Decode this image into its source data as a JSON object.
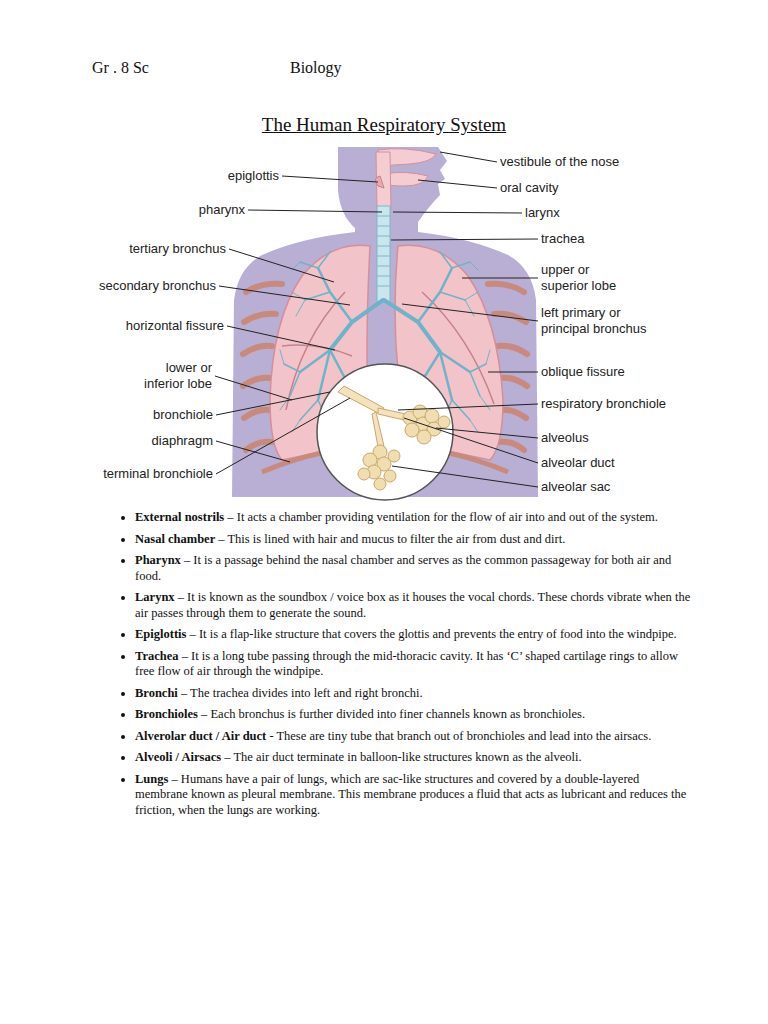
{
  "diagram": {
    "title": "The Human Respiratory System",
    "labels": [
      "Gr . 8 Sc",
      "Biology",
      "epiglottis",
      "pharynx",
      "tertiary bronchus",
      "secondary bronchus",
      "horizontal fissure",
      "lower or inferior lobe",
      "bronchiole",
      "diaphragm",
      "terminal bronchiole",
      "vestibule of the nose",
      "oral cavity",
      "larynx",
      "trachea",
      "upper or superior lobe",
      "left primary or principal bronchus",
      "oblique fissure",
      "respiratory bronchiole",
      "alveolus",
      "alveolar duct",
      "alveolar sac",
      "External nostrils",
      "– It acts a chamber providing ventilation for the flow of air into and out of the system.",
      "Nasal chamber",
      "– This is lined with hair and mucus to filter the air from dust and dirt.",
      "Pharynx",
      "– It is a passage behind the nasal chamber and serves as the common passageway for both air and food.",
      "Larynx",
      "– It is known as the soundbox / voice box as it houses the vocal chords. These chords vibrate when the air passes through them to generate the sound.",
      "Epiglottis",
      "– It is a flap-like structure that covers the glottis and prevents the entry of food into the windpipe.",
      "Trachea",
      "– It is a long tube passing through the mid-thoracic cavity. It has ‘C’ shaped cartilage rings to allow free flow of air through the windpipe.",
      "Bronchi",
      "– The trachea divides into left and right bronchi.",
      "Bronchioles",
      "– Each bronchus is further divided into finer channels known as bronchioles.",
      "Alverolar duct / Air duct",
      "- These are tiny tube that branch out of bronchioles and lead into the airsacs.",
      "Alveoli / Airsacs",
      "– The air duct terminate in balloon-like structures known as the alveoli.",
      "Lungs",
      "– Humans have a pair of lungs, which are sac-like structures and covered by a double-layered membrane known as pleural membrane. This membrane produces a fluid that acts as lubricant and reduces the friction, when the lungs are working."
    ]
  }
}
